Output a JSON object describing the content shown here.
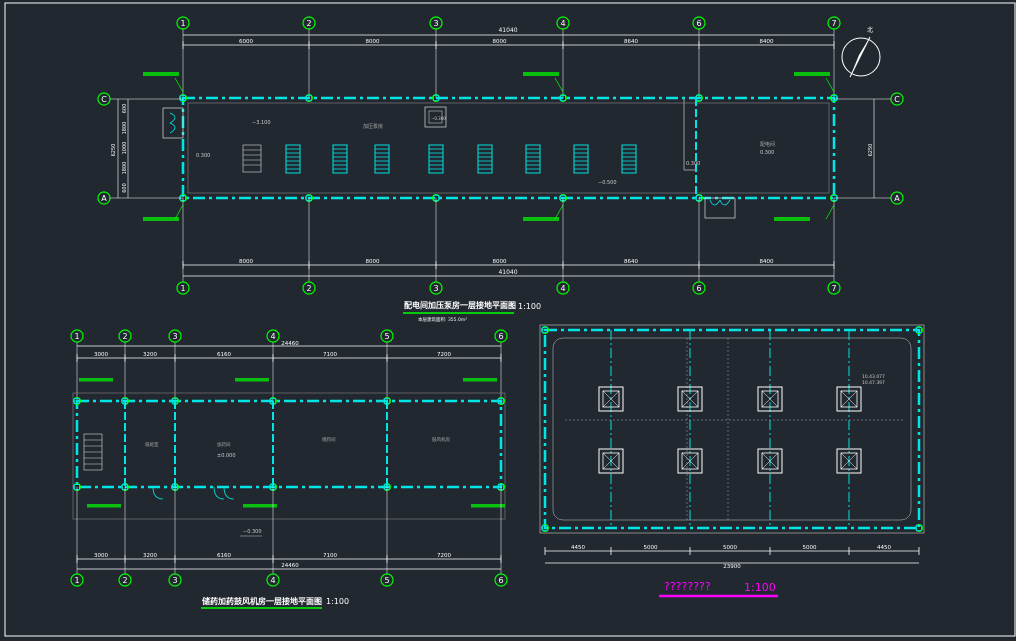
{
  "colors": {
    "background": "#212830",
    "frame": "#ffffff",
    "grid": "#ffffff",
    "wall": "#00e5e5",
    "gridAxis": "#00ff00",
    "annotation": "#00ff00",
    "title": "#ffffff",
    "titleUnderline": "#00ff00",
    "magenta": "#ff00ff",
    "dim": "#ffffff"
  },
  "icons": [
    "north-arrow-icon",
    "stair-icon",
    "door-swing-icon",
    "column-pad-icon",
    "grounding-point-icon"
  ],
  "plan1": {
    "title": "配电间加压泵房一层接地平面图",
    "scale": "1:100",
    "note": "本层建筑面积: 355.0m²",
    "axes_x": [
      "1",
      "2",
      "3",
      "4",
      "6",
      "7"
    ],
    "axes_y": [
      "C",
      "A"
    ],
    "dims_top": [
      "6000",
      "8000",
      "8000",
      "8640",
      "8400"
    ],
    "dims_bottom": [
      "8000",
      "8000",
      "8000",
      "8640",
      "8400"
    ],
    "total": "41040",
    "side_dims_left": [
      "600",
      "1800",
      "1000",
      "1800",
      "600"
    ],
    "side_total_left": "6250",
    "side_total_right": "6250",
    "elevations": [
      "−3.100",
      "0.300",
      "−0.300",
      "0.300",
      "−0.500",
      "0.300"
    ],
    "rooms": [
      "加压泵房",
      "配电间"
    ]
  },
  "plan2": {
    "title": "储药加药鼓风机房一层接地平面图",
    "scale": "1:100",
    "axes_x": [
      "1",
      "2",
      "3",
      "4",
      "5",
      "6"
    ],
    "dims": [
      "3000",
      "3200",
      "6160",
      "7100",
      "7200"
    ],
    "total": "24460",
    "elevations": [
      "±0.000",
      "−0.300"
    ],
    "rooms": [
      "值班室",
      "加药间",
      "储药间",
      "鼓风机房"
    ]
  },
  "plan3": {
    "title": "????????",
    "scale": "1:100",
    "dims": [
      "4450",
      "5000",
      "5000",
      "5000",
      "4450"
    ],
    "total": "23900",
    "elevations": [
      "10.43.077",
      "10.47.397"
    ]
  }
}
